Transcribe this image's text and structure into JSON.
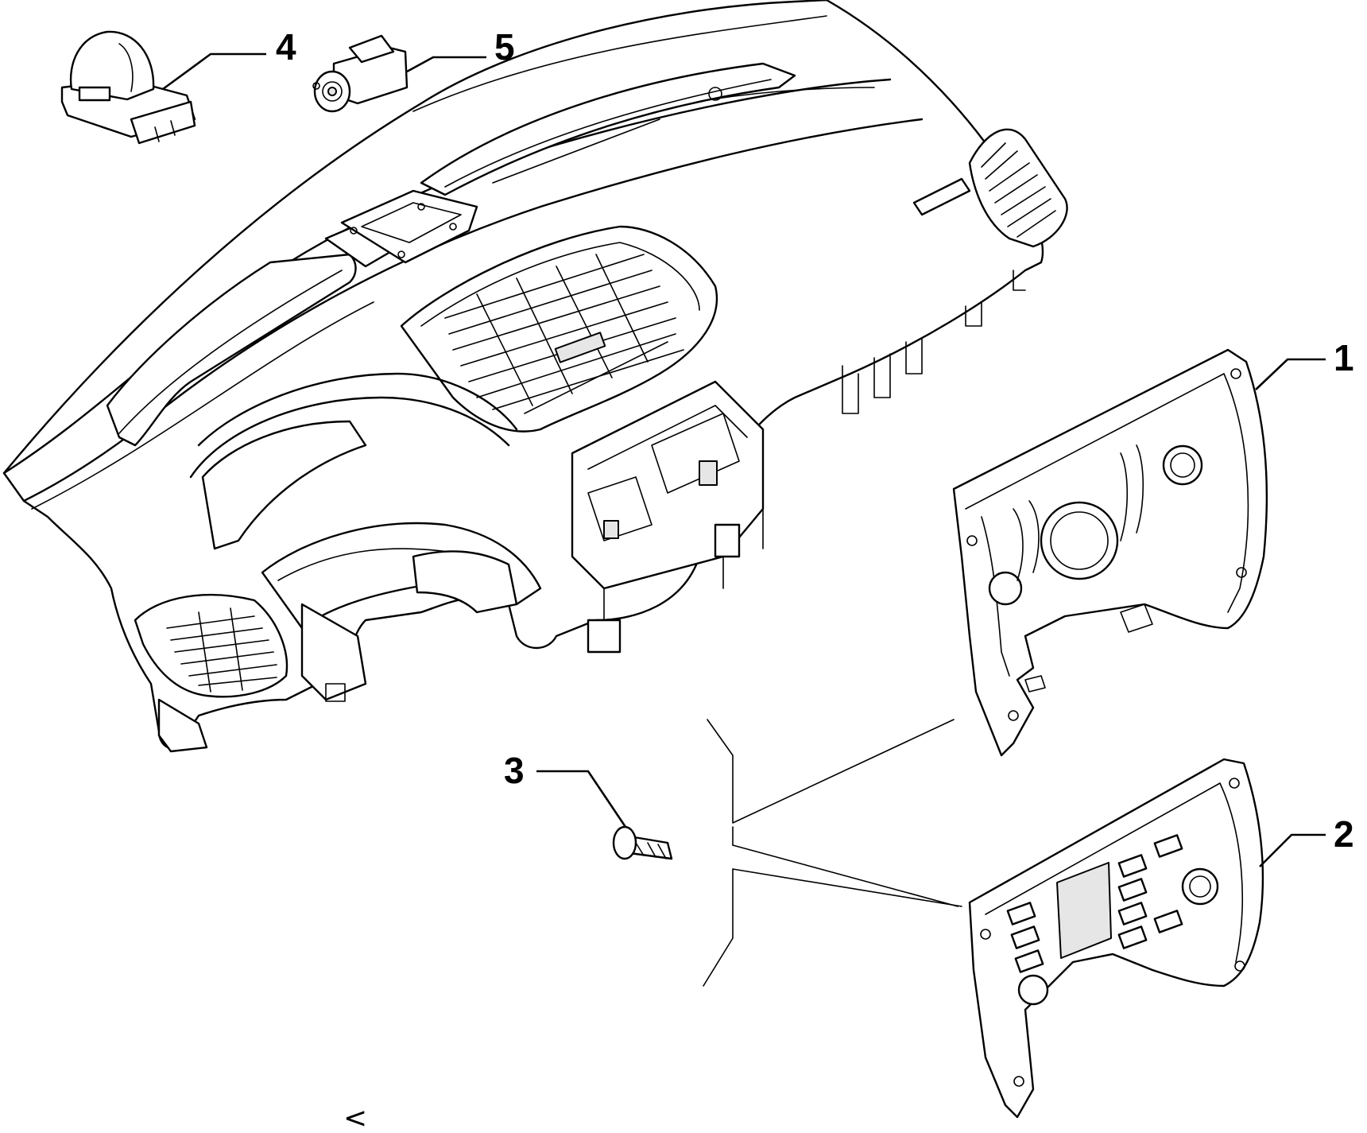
{
  "callouts": [
    {
      "id": "part-1",
      "label": "1"
    },
    {
      "id": "part-2",
      "label": "2"
    },
    {
      "id": "part-3",
      "label": "3"
    },
    {
      "id": "part-4",
      "label": "4"
    },
    {
      "id": "part-5",
      "label": "5"
    }
  ],
  "corner_mark": "<"
}
